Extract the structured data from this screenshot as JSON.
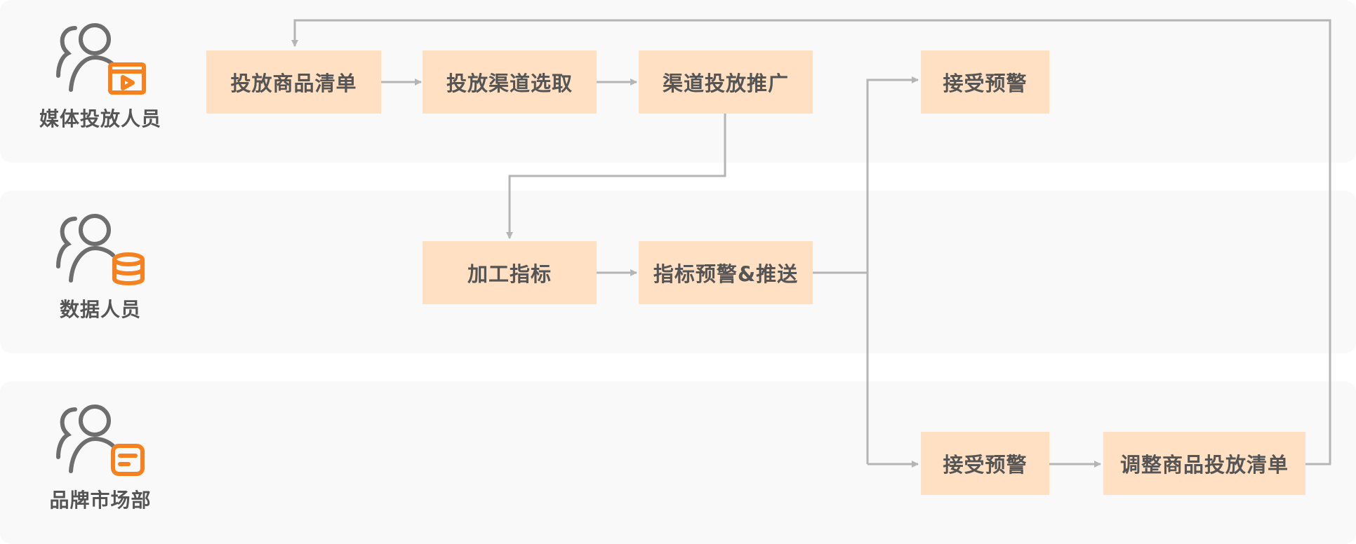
{
  "colors": {
    "lane_bg": "#f9f9f9",
    "node_fill": "#ffe0c3",
    "node_text": "#555555",
    "connector": "#b5b5b5",
    "person_icon": "#6e6e6e",
    "accent_icon": "#f5821f"
  },
  "roles": [
    {
      "label": "媒体投放人员",
      "icon": "person-with-media-player-icon"
    },
    {
      "label": "数据人员",
      "icon": "person-with-database-icon"
    },
    {
      "label": "品牌市场部",
      "icon": "person-with-document-icon"
    }
  ],
  "nodes": {
    "media_list": "投放商品清单",
    "channel_select": "投放渠道选取",
    "channel_promo": "渠道投放推广",
    "accept_warning_media": "接受预警",
    "process_metrics": "加工指标",
    "metric_warning_push": "指标预警&推送",
    "accept_warning_brand": "接受预警",
    "adjust_list": "调整商品投放清单"
  }
}
